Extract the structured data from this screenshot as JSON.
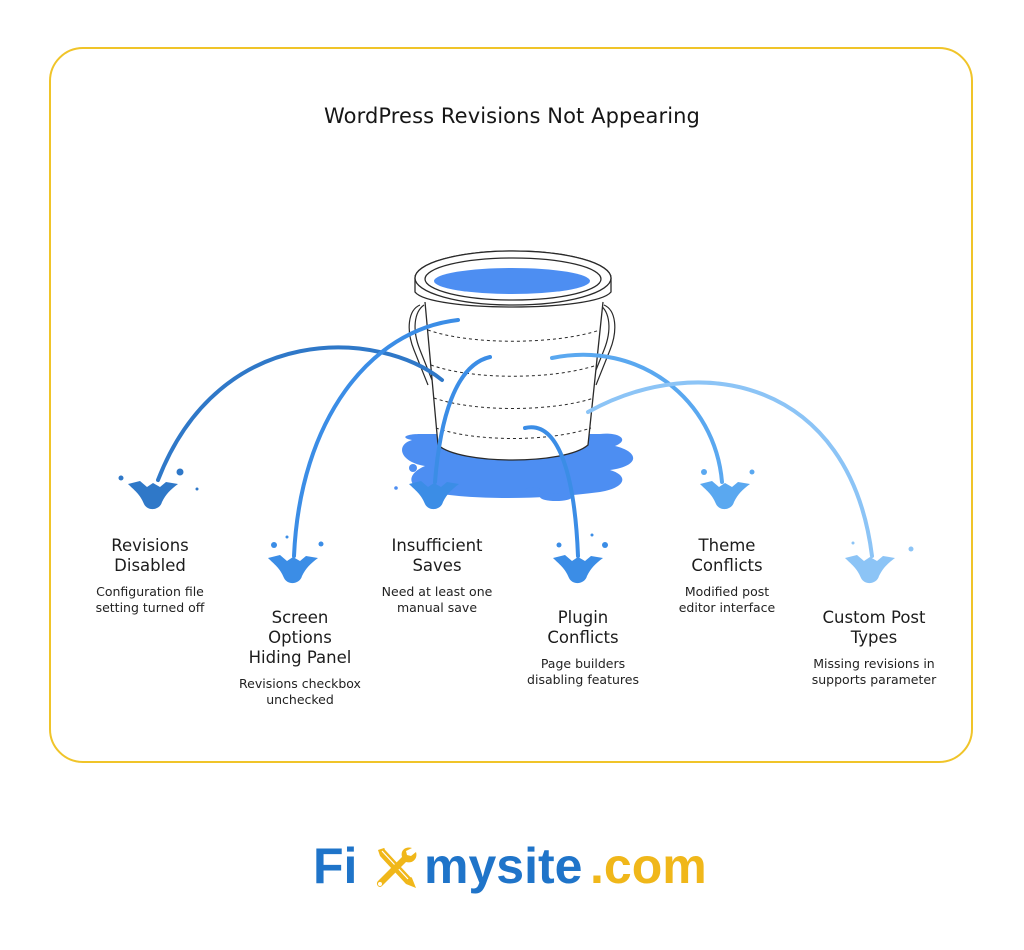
{
  "title": "WordPress Revisions Not Appearing",
  "colors": {
    "frame_border": "#f0c429",
    "bucket_water": "#4d8ef2",
    "stream_dark": "#2f78c8",
    "stream_mid": "#3b8de6",
    "stream_light": "#5aa8f0",
    "stream_lightest": "#8cc4f6",
    "logo_blue": "#1f74c9",
    "logo_gold": "#f0b71a"
  },
  "central_icon": "leaking-bucket-icon",
  "causes": [
    {
      "heading_line1": "Revisions",
      "heading_line2": "Disabled",
      "desc_line1": "Configuration file",
      "desc_line2": "setting turned off",
      "icon": "water-splash-icon"
    },
    {
      "heading_line1": "Screen",
      "heading_line2": "Options",
      "heading_line3": "Hiding Panel",
      "desc_line1": "Revisions checkbox",
      "desc_line2": "unchecked",
      "icon": "water-splash-icon"
    },
    {
      "heading_line1": "Insufficient",
      "heading_line2": "Saves",
      "desc_line1": "Need at least one",
      "desc_line2": "manual save",
      "icon": "water-splash-icon"
    },
    {
      "heading_line1": "Plugin",
      "heading_line2": "Conflicts",
      "desc_line1": "Page builders",
      "desc_line2": "disabling features",
      "icon": "water-splash-icon"
    },
    {
      "heading_line1": "Theme",
      "heading_line2": "Conflicts",
      "desc_line1": "Modified post",
      "desc_line2": "editor interface",
      "icon": "water-splash-icon"
    },
    {
      "heading_line1": "Custom Post",
      "heading_line2": "Types",
      "desc_line1": "Missing revisions in",
      "desc_line2": "supports parameter",
      "icon": "water-splash-icon"
    }
  ],
  "logo": {
    "part1": "Fi",
    "icon": "wrench-screwdriver-icon",
    "part2": "mysite",
    "part3": ".com"
  }
}
